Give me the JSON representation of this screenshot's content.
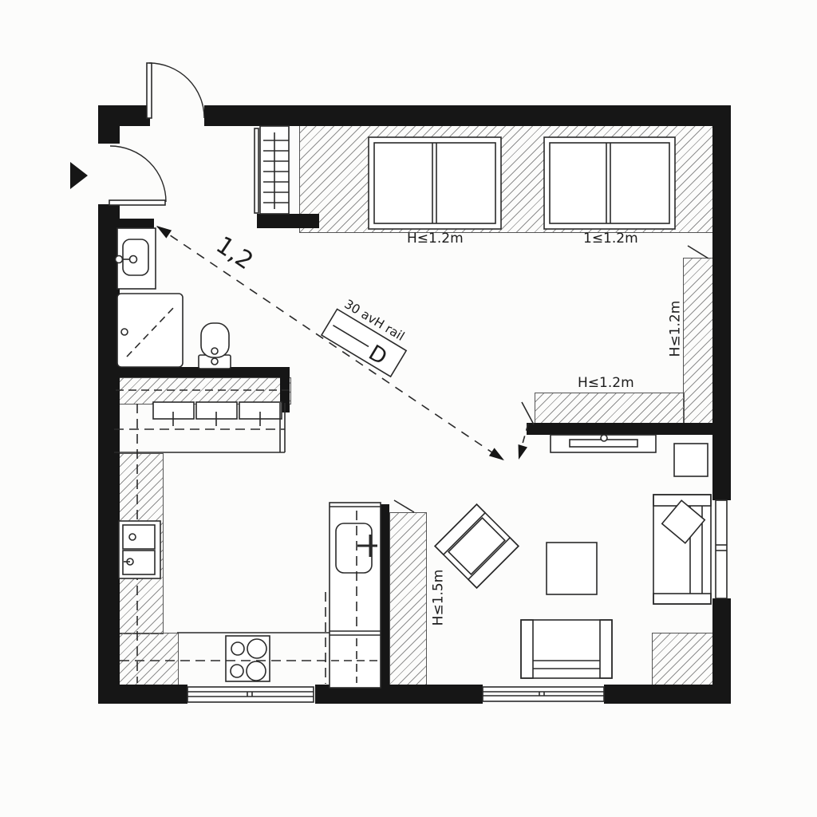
{
  "drawing": {
    "type": "apartment-floor-plan",
    "colors": {
      "wall": "#161616",
      "line": "#2a2a2a",
      "hatch_line": "#8f8f8f",
      "background": "#fcfcfb"
    },
    "annotations": {
      "window1_label": "H≤1.2m",
      "window2_label": "1≤1.2m",
      "side_low_wall_label": "H≤1.2m",
      "lower_low_wall_label": "H≤1.2m",
      "partition_label": "H≤1.5m",
      "diagonal_dimension": "1,2",
      "rail_note": "30 avH rail",
      "rail_letter": "D"
    }
  }
}
